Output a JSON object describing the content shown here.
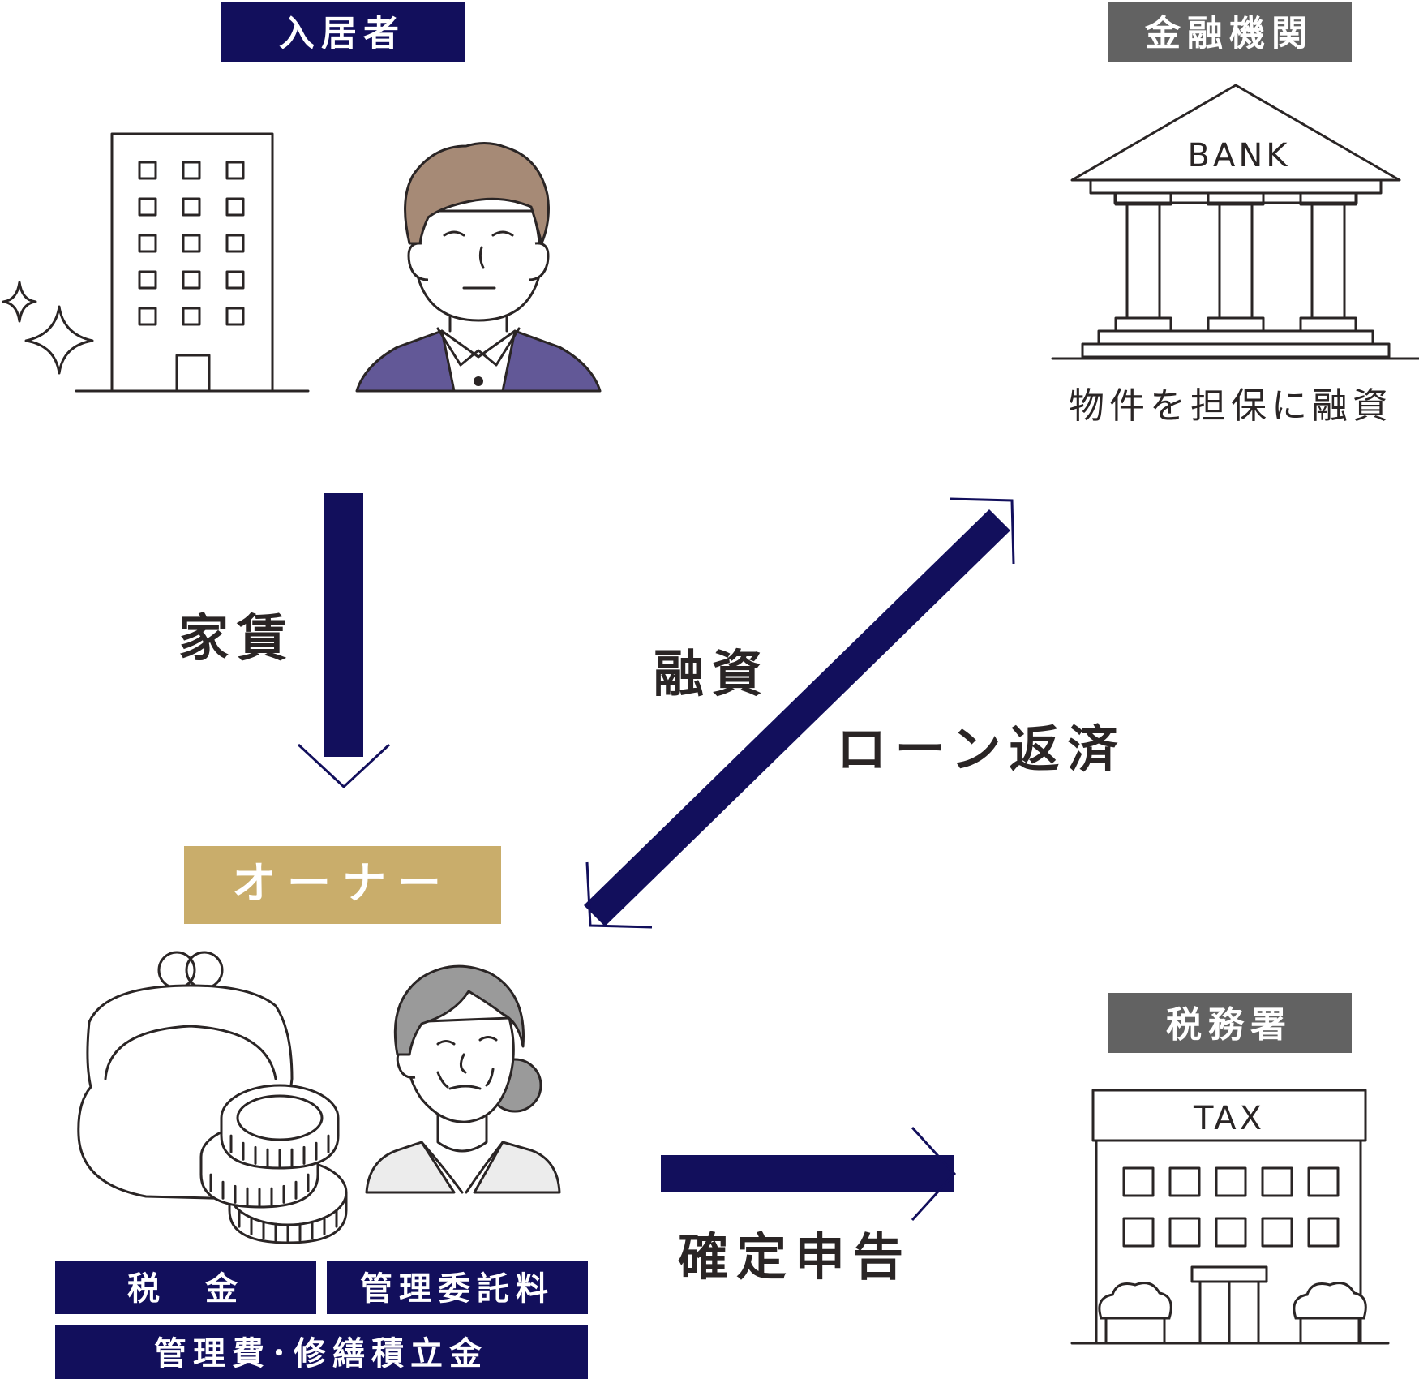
{
  "nodes": {
    "tenant": {
      "label": "入居者"
    },
    "bank": {
      "label": "金融機関",
      "sign": "BANK",
      "caption": "物件を担保に融資"
    },
    "owner": {
      "label": "オーナー"
    },
    "tax_office": {
      "label": "税務署",
      "sign": "TAX"
    }
  },
  "edges": {
    "rent": {
      "label": "家賃"
    },
    "loan": {
      "label": "融資"
    },
    "repayment": {
      "label": "ローン返済"
    },
    "tax_return": {
      "label": "確定申告"
    }
  },
  "expenses": [
    "税　金",
    "管理委託料",
    "管理費･修繕積立金"
  ],
  "colors": {
    "navy": "#120f5c",
    "gold": "#c9ad6b",
    "gray": "#626262",
    "line": "#2a2525",
    "hair_brown": "#a68a76",
    "hair_gray": "#9a9a9a",
    "jacket_purple": "#625897",
    "cardigan": "#ececec"
  },
  "icons": [
    "building-icon",
    "sparkle-icon",
    "man-icon",
    "bank-icon",
    "purse-icon",
    "coins-icon",
    "woman-icon",
    "tax-office-icon"
  ]
}
